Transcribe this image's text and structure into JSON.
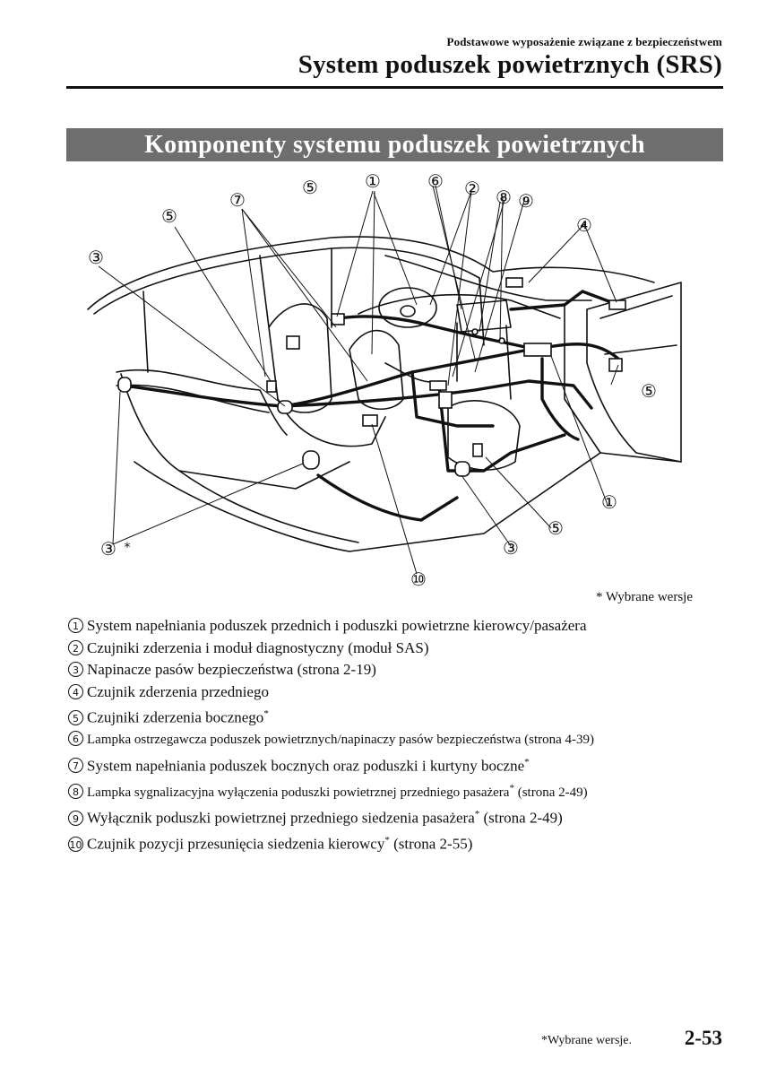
{
  "header": {
    "subtitle": "Podstawowe wyposażenie związane z bezpieczeństwem",
    "title": "System poduszek powietrznych (SRS)"
  },
  "section": {
    "title": "Komponenty systemu poduszek powietrznych"
  },
  "diagram": {
    "callouts": [
      "①",
      "②",
      "③",
      "④",
      "⑤",
      "⑥",
      "⑦",
      "⑧",
      "⑨",
      "⑩"
    ],
    "asterisk": "*"
  },
  "footnote_note": "* Wybrane wersje",
  "legend": [
    {
      "num": "1",
      "text": "System napełniania poduszek przednich i poduszki powietrzne kierowcy/pasażera",
      "star": ""
    },
    {
      "num": "2",
      "text": "Czujniki zderzenia i moduł diagnostyczny (moduł SAS)",
      "star": ""
    },
    {
      "num": "3",
      "text": "Napinacze pasów bezpieczeństwa (strona 2-19)",
      "star": ""
    },
    {
      "num": "4",
      "text": "Czujnik zderzenia przedniego",
      "star": ""
    },
    {
      "num": "5",
      "text": "Czujniki zderzenia bocznego",
      "star": "*"
    },
    {
      "num": "6",
      "text": "Lampka ostrzegawcza poduszek powietrznych/napinaczy pasów bezpieczeństwa (strona 4-39)",
      "star": ""
    },
    {
      "num": "7",
      "text": "System napełniania poduszek bocznych oraz poduszki i kurtyny boczne",
      "star": "*"
    },
    {
      "num": "8",
      "text": "Lampka sygnalizacyjna wyłączenia poduszki powietrznej przedniego pasażera",
      "star": "*",
      "after": " (strona 2-49)"
    },
    {
      "num": "9",
      "text": "Wyłącznik poduszki powietrznej przedniego siedzenia pasażera",
      "star": "*",
      "after": " (strona 2-49)"
    },
    {
      "num": "10",
      "text": "Czujnik pozycji przesunięcia siedzenia kierowcy",
      "star": "*",
      "after": " (strona 2-55)"
    }
  ],
  "footer": {
    "footnote": "*Wybrane wersje.",
    "page_number": "2-53"
  }
}
